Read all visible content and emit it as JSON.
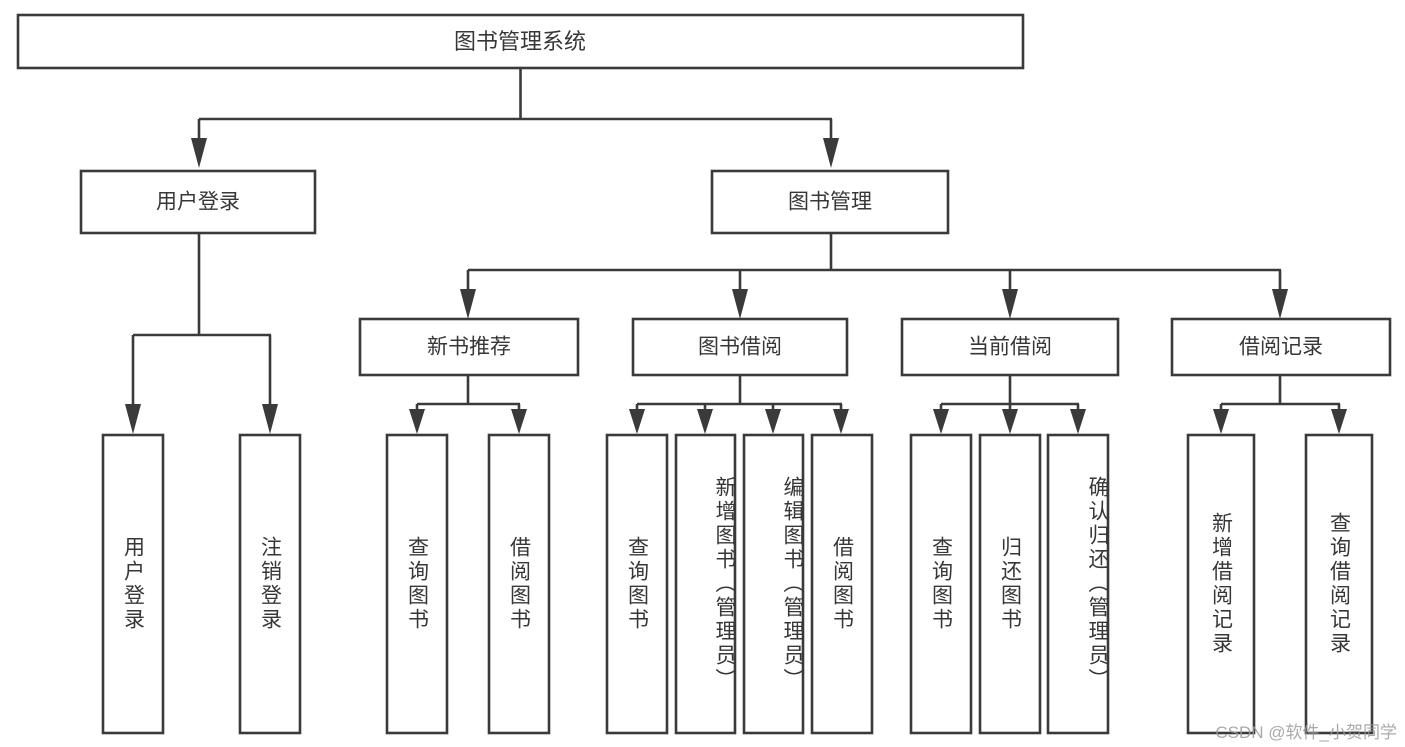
{
  "diagram": {
    "type": "tree-hierarchy",
    "title": "图书管理系统",
    "root": {
      "label": "图书管理系统"
    },
    "level2": [
      {
        "label": "用户登录"
      },
      {
        "label": "图书管理"
      }
    ],
    "level3": [
      {
        "label": "新书推荐"
      },
      {
        "label": "图书借阅"
      },
      {
        "label": "当前借阅"
      },
      {
        "label": "借阅记录"
      }
    ],
    "leaves": {
      "user_login": [
        {
          "label": "用户登录"
        },
        {
          "label": "注销登录"
        }
      ],
      "new_book_recommend": [
        {
          "label": "查询图书"
        },
        {
          "label": "借阅图书"
        }
      ],
      "book_borrow": [
        {
          "label": "查询图书"
        },
        {
          "label": "新增图书（管理员）"
        },
        {
          "label": "编辑图书（管理员）"
        },
        {
          "label": "借阅图书"
        }
      ],
      "current_borrow": [
        {
          "label": "查询图书"
        },
        {
          "label": "归还图书"
        },
        {
          "label": "确认归还（管理员）"
        }
      ],
      "borrow_record": [
        {
          "label": "新增借阅记录"
        },
        {
          "label": "查询借阅记录"
        }
      ]
    }
  },
  "watermark": {
    "text": "CSDN @软件_小贺同学"
  },
  "colors": {
    "stroke": "#3a3a3a",
    "text": "#37373a",
    "background": "#ffffff",
    "watermark": "#9b9b9b"
  }
}
